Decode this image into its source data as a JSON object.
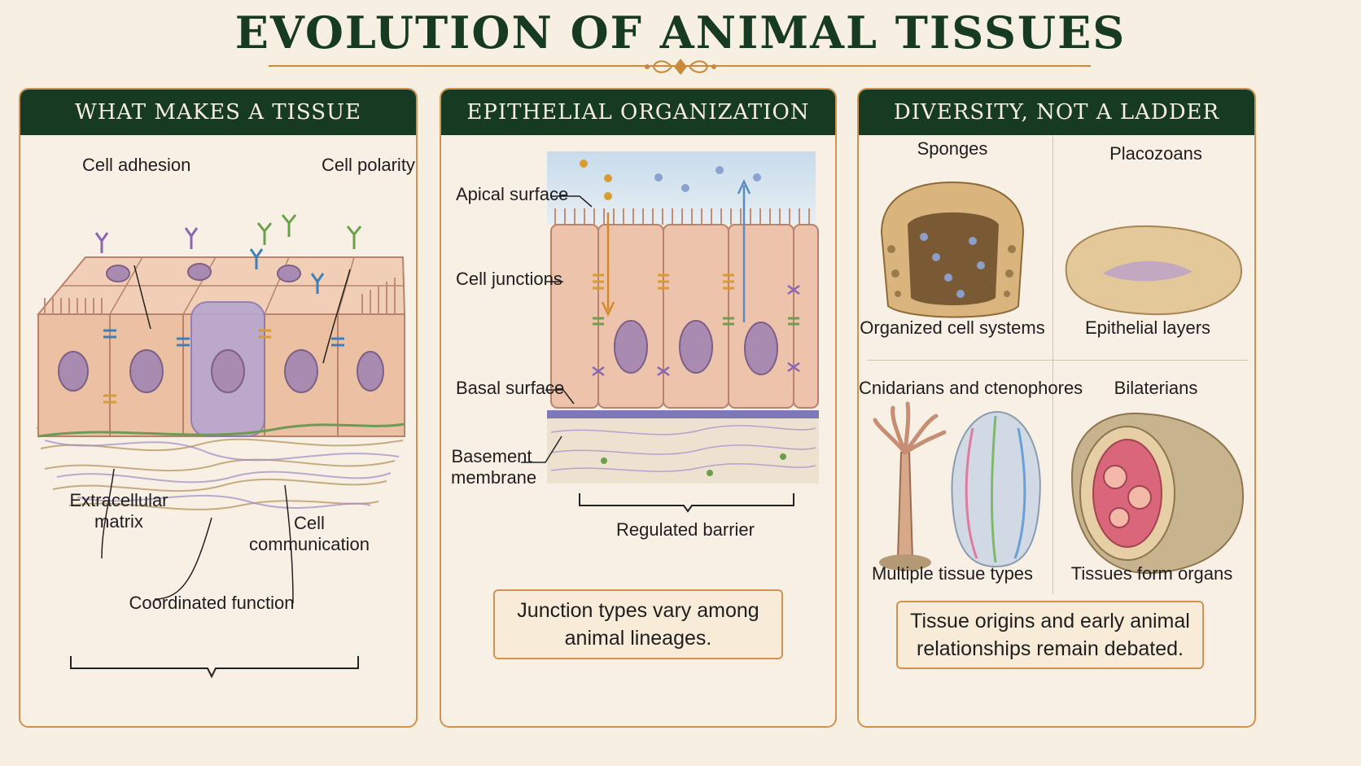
{
  "title": "EVOLUTION OF ANIMAL TISSUES",
  "colors": {
    "header_bg": "#163a22",
    "accent_border": "#d49250",
    "background": "#f8efe3"
  },
  "panels": [
    {
      "header": "WHAT MAKES A TISSUE",
      "labels": {
        "cell_adhesion": "Cell adhesion",
        "cell_polarity": "Cell polarity",
        "extracellular_matrix_1": "Extracellular",
        "extracellular_matrix_2": "matrix",
        "cell_communication_1": "Cell",
        "cell_communication_2": "communication",
        "coordinated_function": "Coordinated function"
      }
    },
    {
      "header": "EPITHELIAL ORGANIZATION",
      "labels": {
        "apical_surface": "Apical surface",
        "cell_junctions": "Cell junctions",
        "basal_surface": "Basal surface",
        "basement_membrane_1": "Basement",
        "basement_membrane_2": "membrane",
        "regulated_barrier": "Regulated barrier"
      },
      "note_1": "Junction types vary among",
      "note_2": "animal lineages."
    },
    {
      "header": "DIVERSITY, NOT A LADDER",
      "groups": [
        {
          "name": "Sponges",
          "caption": "Organized cell systems"
        },
        {
          "name": "Placozoans",
          "caption": "Epithelial layers"
        },
        {
          "name": "Cnidarians and ctenophores",
          "caption": "Multiple tissue types"
        },
        {
          "name": "Bilaterians",
          "caption": "Tissues form organs"
        }
      ],
      "note_1": "Tissue origins and early animal",
      "note_2": "relationships remain debated."
    }
  ]
}
